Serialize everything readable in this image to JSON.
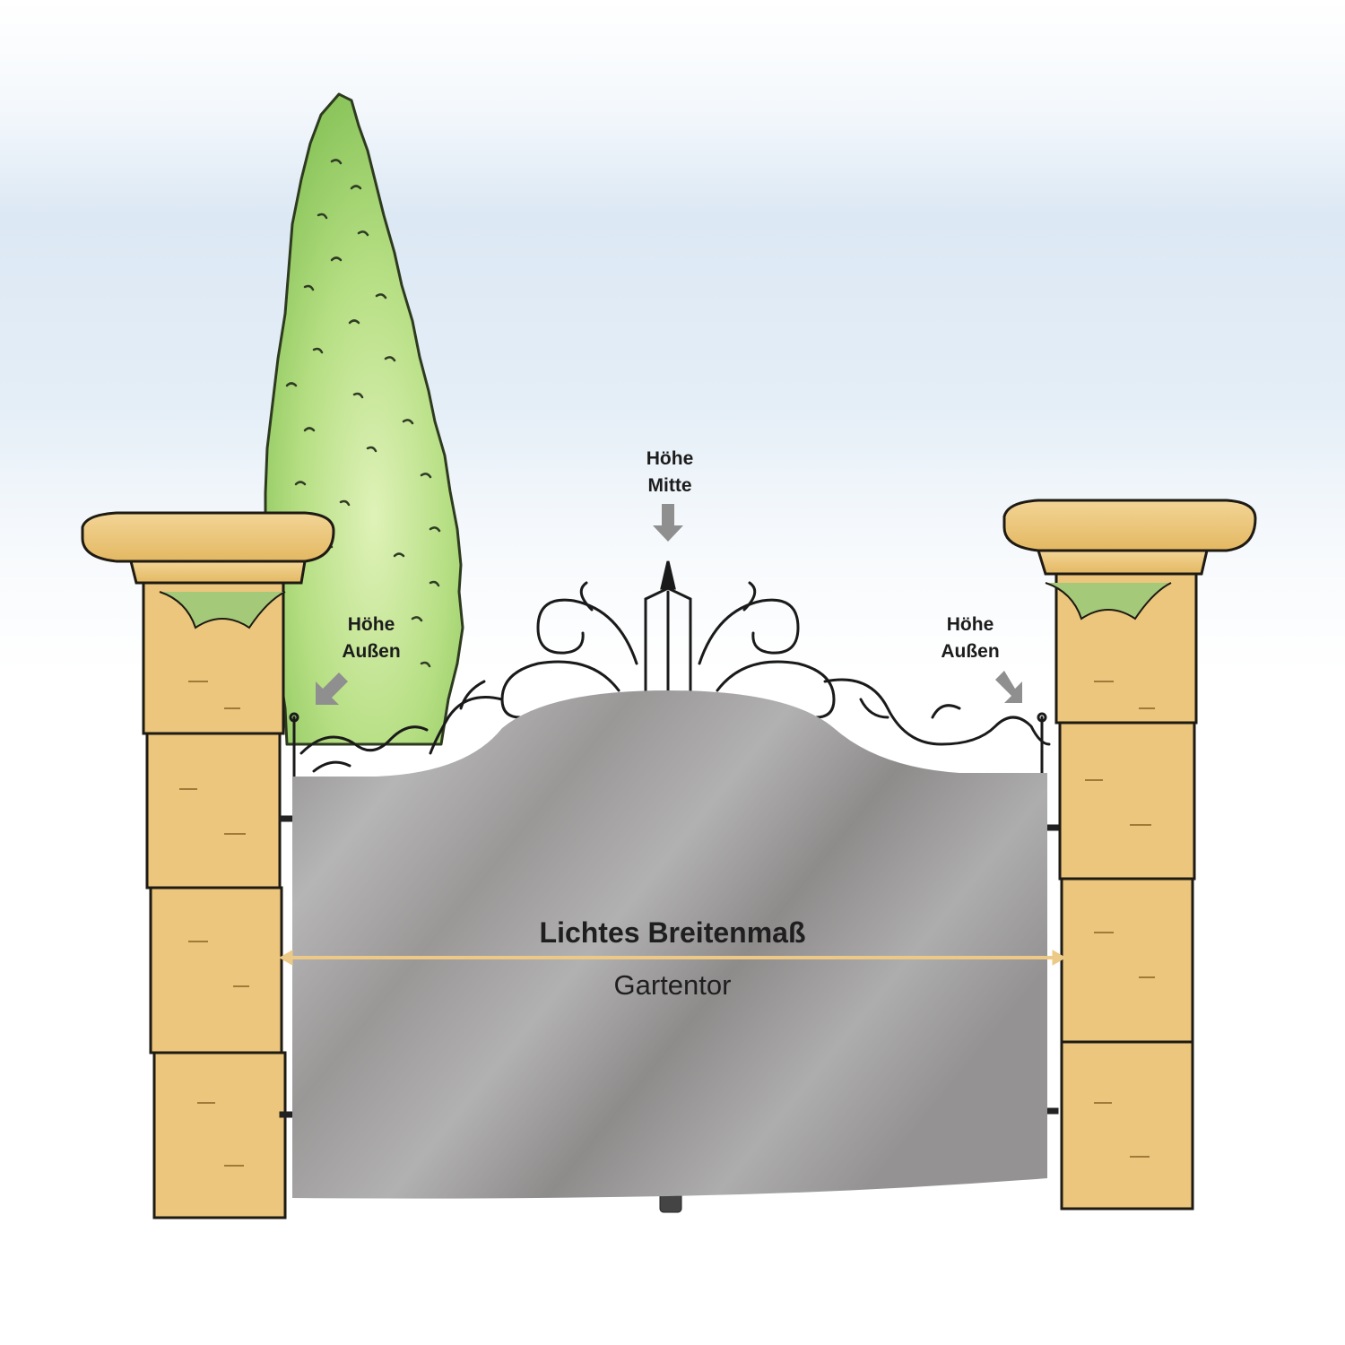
{
  "labels": {
    "height_center_line1": "Höhe",
    "height_center_line2": "Mitte",
    "height_outer_left_line1": "Höhe",
    "height_outer_left_line2": "Außen",
    "height_outer_right_line1": "Höhe",
    "height_outer_right_line2": "Außen",
    "clear_width": "Lichtes Breitenmaß",
    "gate_name": "Gartentor"
  },
  "colors": {
    "sky_top": "#ffffff",
    "sky_band": "#dbe8f4",
    "stone": "#eac57a",
    "stone_cap": "#e9c273",
    "cypress_light": "#cfeaa0",
    "cypress_dark": "#82bf55",
    "gate_panel": "#a6a4a4",
    "arrow": "#8f8f8f",
    "width_line": "#ecc986"
  }
}
